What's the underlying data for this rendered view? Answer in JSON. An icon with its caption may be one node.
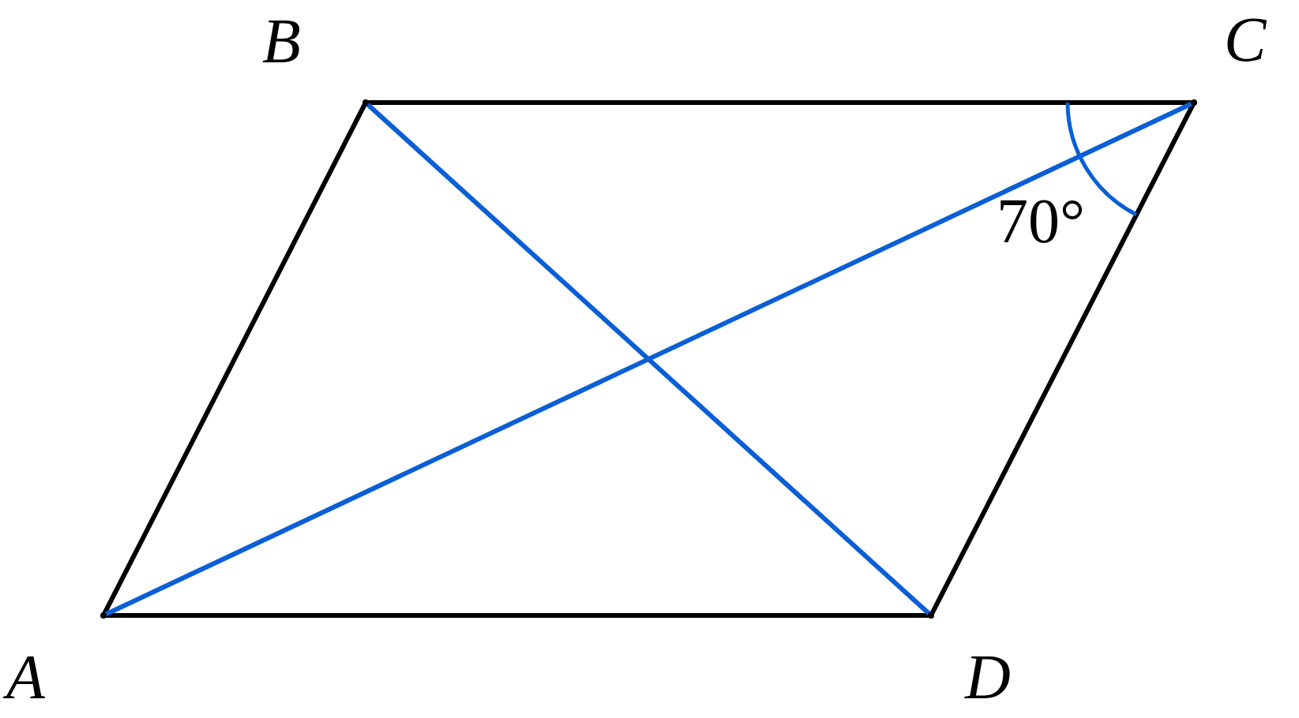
{
  "diagram": {
    "nodes": [
      {
        "text": [],
        "shape": "point",
        "beside": [
          "A"
        ]
      },
      {
        "text": [],
        "shape": "point",
        "beside": [
          "B"
        ]
      },
      {
        "text": [],
        "shape": "point",
        "beside": [
          "C"
        ]
      },
      {
        "text": [],
        "shape": "point",
        "beside": [
          "D"
        ]
      }
    ],
    "edges": [
      {
        "from": 0,
        "to": 1,
        "arrow": "none"
      },
      {
        "from": 1,
        "to": 2,
        "arrow": "none"
      },
      {
        "from": 2,
        "to": 3,
        "arrow": "none"
      },
      {
        "from": 3,
        "to": 0,
        "arrow": "none"
      },
      {
        "from": 0,
        "to": 2,
        "arrow": "none",
        "color": "#0a5fd6"
      },
      {
        "from": 1,
        "to": 3,
        "arrow": "none",
        "color": "#0a5fd6"
      }
    ],
    "labels": [
      "70°"
    ]
  }
}
